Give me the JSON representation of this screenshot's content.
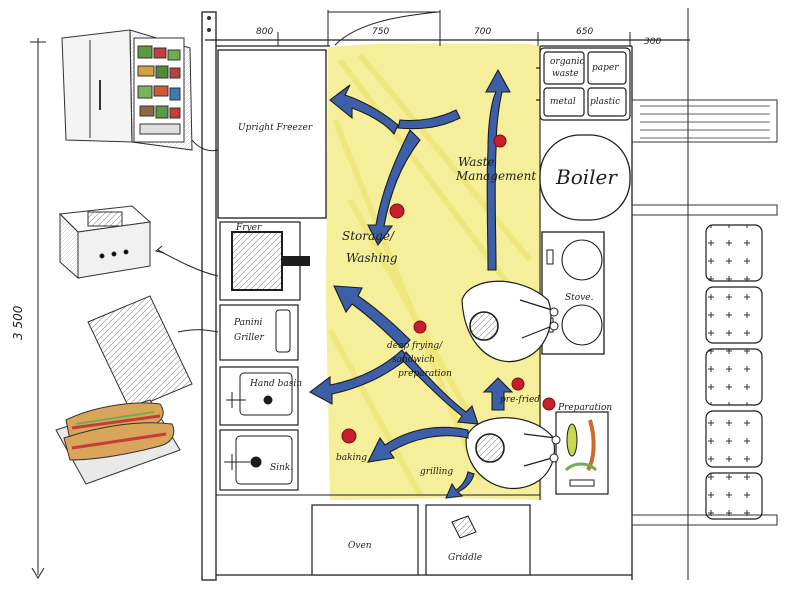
{
  "dimensions": {
    "top": [
      "800",
      "750",
      "700",
      "650",
      "300"
    ],
    "side": "3 500"
  },
  "labels": {
    "upright_freezer": "Upright Freezer",
    "waste_management_1": "Waste",
    "waste_management_2": "Management",
    "boiler": "Boiler",
    "fryer": "Fryer",
    "storage_washing_1": "Storage/",
    "storage_washing_2": "Washing",
    "stove": "Stove.",
    "panini_1": "Panini",
    "panini_2": "Griller",
    "deep_frying_1": "deep frying/",
    "deep_frying_2": "sandwich",
    "deep_frying_3": "preparation",
    "hand_basin": "Hand basin",
    "pre_fried": "pre-fried",
    "preparation": "Preparation",
    "sink": "Sink.",
    "baking": "baking",
    "grilling": "grilling",
    "oven": "Oven",
    "griddle": "Griddle"
  },
  "waste_bins": {
    "organic_1": "organic",
    "organic_2": "waste",
    "paper": "paper",
    "metal": "metal",
    "plastic": "plastic"
  },
  "colors": {
    "ink": "#1d1d1d",
    "floor_yellow": "#f3ec8a",
    "arrow_blue": "#3d5fa8",
    "marker_red": "#c81e2a"
  }
}
